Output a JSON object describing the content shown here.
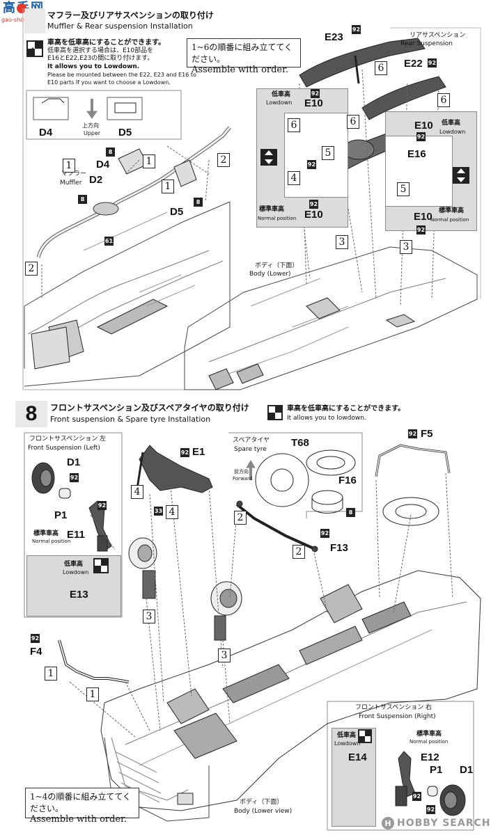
{
  "watermark": {
    "top_left_text": "高手网",
    "top_left_url": "gao-shou.com",
    "bottom_right_text": "HOBBY SEARCH",
    "bottom_right_mark": "H"
  },
  "step7": {
    "title_ja": "マフラー及びリアサスペンションの取り付け",
    "title_en": "Muffler & Rear suspension Installation",
    "lowdown_note": {
      "ja1": "車高を低車高にすることができます。",
      "ja2": "低車高を選択する場合は、E10部品を",
      "ja3": "E16とE22,E23の間に取り付けます。",
      "en1": "It allows you to Lowdown.",
      "en2": "Please be mounted between the E22, E23 and E16 to",
      "en3": "E10 parts If you want to choose a Lowdown."
    },
    "order_box": {
      "ja": "1~6の順番に組み立ててください。",
      "en": "Assemble with order."
    },
    "upper_label_ja": "上方向",
    "upper_label_en": "Upper",
    "muffler_ja": "マフラー",
    "muffler_en": "Muffler",
    "rear_susp_ja": "リアサスペンション",
    "rear_susp_en": "Rear Suspension",
    "body_ja": "ボディ（下面）",
    "body_en": "Body (Lower)",
    "lowdown_ja": "低車高",
    "lowdown_en": "Lowdown",
    "normal_ja": "標準車高",
    "normal_en": "Normal position",
    "parts": {
      "D4a": "D4",
      "D5a": "D5",
      "D4b": "D4",
      "D2": "D2",
      "D5b": "D5",
      "E23": "E23",
      "E22": "E22",
      "E10a": "E10",
      "E10b": "E10",
      "E10c": "E10",
      "E10d": "E10",
      "E16": "E16"
    },
    "badges": {
      "b8": "8",
      "b61": "61",
      "b92": "92"
    },
    "steps": {
      "s1": "1",
      "s2": "2",
      "s3": "3",
      "s4": "4",
      "s5": "5",
      "s6": "6"
    }
  },
  "step8": {
    "number": "8",
    "title_ja": "フロントサスペンション及びスペアタイヤの取り付け",
    "title_en": "Front suspension & Spare tyre Installation",
    "lowdown_note_ja": "車高を低車高にすることができます。",
    "lowdown_note_en": "It allows you to lowdown.",
    "front_left_ja": "フロントサスペンション 左",
    "front_left_en": "Front Suspension (Left)",
    "front_right_ja": "フロントサスペンション 右",
    "front_right_en": "Front Suspension (Right)",
    "spare_ja": "スペアタイヤ",
    "spare_en": "Spare tyre",
    "forward_ja": "前方向",
    "forward_en": "Forward",
    "body_ja": "ボディ（下面）",
    "body_en": "Body (Lower view)",
    "lowdown_ja": "低車高",
    "lowdown_en": "Lowdown",
    "normal_ja": "標準車高",
    "normal_en": "Normal position",
    "order_box": {
      "ja": "1~4の順番に組み立ててください。",
      "en": "Assemble with order."
    },
    "parts": {
      "D1a": "D1",
      "P1a": "P1",
      "E11": "E11",
      "E13": "E13",
      "E1": "E1",
      "T68": "T68",
      "F16": "F16",
      "F5": "F5",
      "F13": "F13",
      "F4": "F4",
      "E14": "E14",
      "E12": "E12",
      "P1b": "P1",
      "D1b": "D1"
    },
    "badges": {
      "b92": "92",
      "b33": "33",
      "b8": "8"
    },
    "steps": {
      "s1": "1",
      "s2": "2",
      "s3": "3",
      "s4": "4"
    }
  }
}
